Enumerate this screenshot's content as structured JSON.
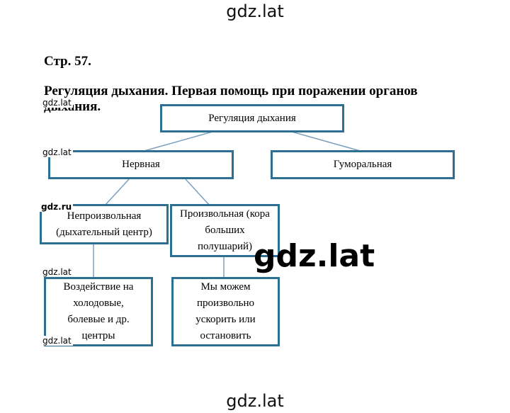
{
  "watermarks": {
    "top": "gdz.lat",
    "bottom": "gdz.lat",
    "big": "gdz.lat",
    "small_lat": "gdz.lat",
    "small_ru": "gdz.ru"
  },
  "page": "Стр. 57.",
  "title": "Регуляция дыхания. Первая помощь при поражении органов дыхания.",
  "nodes": {
    "root": "Регуляция дыхания",
    "nervous": "Нервная",
    "humoral": "Гуморальная",
    "involuntary": "Непроизвольная (дыхательный центр)",
    "voluntary": "Произвольная (кора больших полушарий)",
    "effect_involuntary": "Воздействие на холодовые, болевые и др. центры",
    "effect_voluntary": "Мы можем произвольно ускорить или остановить"
  },
  "colors": {
    "box_border": "#2d6f92",
    "connector": "#7a9fbf"
  }
}
